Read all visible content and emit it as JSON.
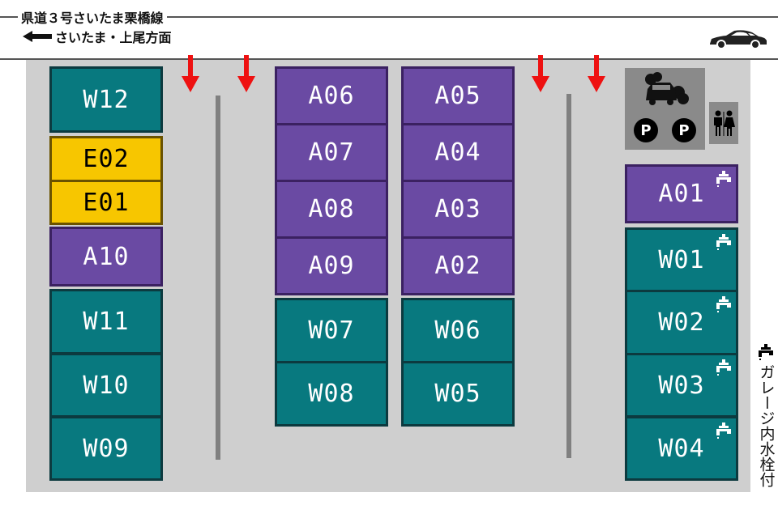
{
  "header": {
    "road_name": "県道３号さいたま栗橋線",
    "direction_label": "さいたま・上尾方面"
  },
  "colors": {
    "type_a": "#6a4aa3",
    "type_w": "#08797f",
    "type_e": "#f7c600",
    "lot": "#cfcfcf",
    "arrow": "#ee1111"
  },
  "spaces": {
    "W12": "W12",
    "E02": "E02",
    "E01": "E01",
    "A10": "A10",
    "W11": "W11",
    "W10": "W10",
    "W09": "W09",
    "A06": "A06",
    "A07": "A07",
    "A08": "A08",
    "A09": "A09",
    "W07": "W07",
    "W08": "W08",
    "A05": "A05",
    "A04": "A04",
    "A03": "A03",
    "A02": "A02",
    "W06": "W06",
    "W05": "W05",
    "A01": "A01",
    "W01": "W01",
    "W02": "W02",
    "W03": "W03",
    "W04": "W04"
  },
  "amenities": {
    "parking_badge": "P"
  },
  "legend": {
    "faucet_label": "ガレージ内水栓付"
  },
  "icons": [
    "car-icon",
    "left-arrow-icon",
    "down-arrow-icon",
    "car-wash-icon",
    "restroom-icon",
    "faucet-icon"
  ]
}
